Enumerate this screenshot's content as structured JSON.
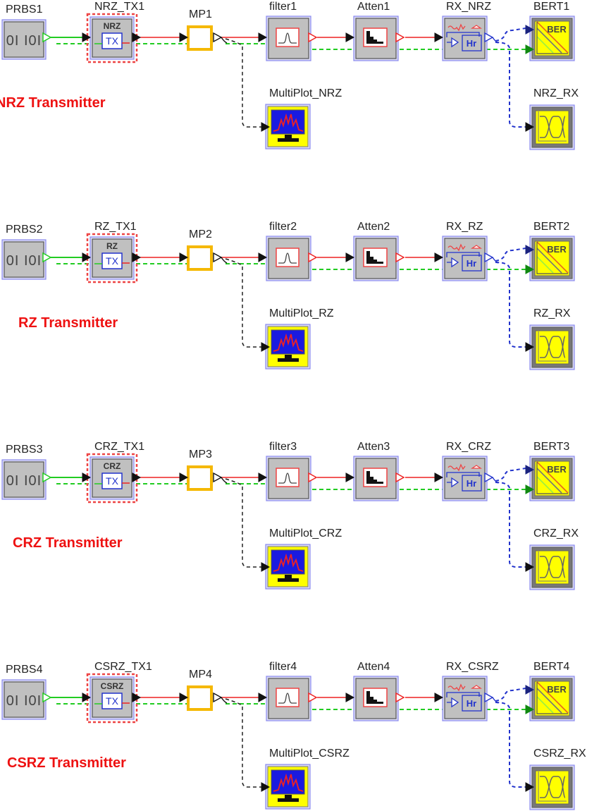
{
  "diagram": {
    "type": "optical-system-schematic",
    "colors": {
      "optical_signal": "#ee2222",
      "electrical_signal": "#22cc22",
      "monitor_link": "#222222",
      "rx_output": "#2233cc",
      "block_fill": "#c0c0c0",
      "visualizer_fill": "#ffff00",
      "splitter_border": "#f5b800",
      "title": "#ee1111"
    },
    "rows": [
      {
        "title": "NRZ Transmitter",
        "prbs": "PRBS1",
        "tx": {
          "name": "NRZ_TX1",
          "format": "NRZ",
          "inner": "TX"
        },
        "mp": "MP1",
        "filter": "filter1",
        "atten": "Atten1",
        "rx": {
          "name": "RX_NRZ",
          "inner": "Hr"
        },
        "bert": {
          "name": "BERT1",
          "inner": "BER"
        },
        "multiplot": "MultiPlot_NRZ",
        "eye": "NRZ_RX"
      },
      {
        "title": "RZ Transmitter",
        "prbs": "PRBS2",
        "tx": {
          "name": "RZ_TX1",
          "format": "RZ",
          "inner": "TX"
        },
        "mp": "MP2",
        "filter": "filter2",
        "atten": "Atten2",
        "rx": {
          "name": "RX_RZ",
          "inner": "Hr"
        },
        "bert": {
          "name": "BERT2",
          "inner": "BER"
        },
        "multiplot": "MultiPlot_RZ",
        "eye": "RZ_RX"
      },
      {
        "title": "CRZ Transmitter",
        "prbs": "PRBS3",
        "tx": {
          "name": "CRZ_TX1",
          "format": "CRZ",
          "inner": "TX"
        },
        "mp": "MP3",
        "filter": "filter3",
        "atten": "Atten3",
        "rx": {
          "name": "RX_CRZ",
          "inner": "Hr"
        },
        "bert": {
          "name": "BERT3",
          "inner": "BER"
        },
        "multiplot": "MultiPlot_CRZ",
        "eye": "CRZ_RX"
      },
      {
        "title": "CSRZ Transmitter",
        "prbs": "PRBS4",
        "tx": {
          "name": "CSRZ_TX1",
          "format": "CSRZ",
          "inner": "TX"
        },
        "mp": "MP4",
        "filter": "filter4",
        "atten": "Atten4",
        "rx": {
          "name": "RX_CSRZ",
          "inner": "Hr"
        },
        "bert": {
          "name": "BERT4",
          "inner": "BER"
        },
        "multiplot": "MultiPlot_CSRZ",
        "eye": "CSRZ_RX"
      }
    ],
    "prbs_glyph": "0I I0I"
  }
}
